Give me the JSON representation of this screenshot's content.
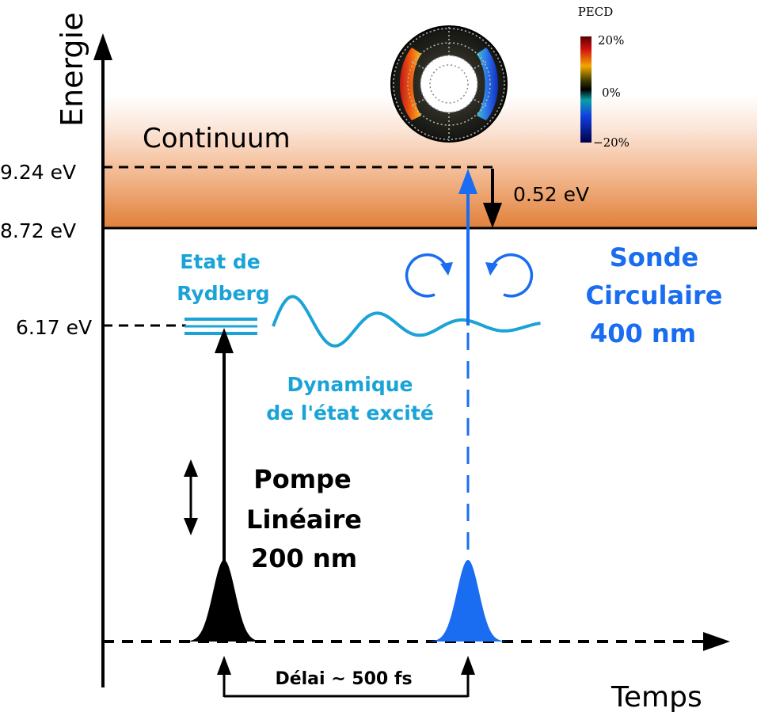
{
  "axes": {
    "energy_label": "Energie",
    "time_label": "Temps"
  },
  "levels": {
    "continuum_label": "Continuum",
    "e1": "9.24 eV",
    "e2": "8.72 eV",
    "e3": "6.17 eV",
    "gap": "0.52 eV"
  },
  "rydberg": {
    "line1": "Etat de",
    "line2": "Rydberg"
  },
  "dynamics": {
    "line1": "Dynamique",
    "line2": "de l'état excité"
  },
  "pump": {
    "line1": "Pompe",
    "line2": "Linéaire",
    "line3": "200 nm"
  },
  "probe": {
    "line1": "Sonde",
    "line2": "Circulaire",
    "line3": "400 nm"
  },
  "delay": "Délai ~ 500 fs",
  "colorbar": {
    "title": "PECD",
    "max": "20%",
    "mid": "0%",
    "min": "−20%"
  },
  "colors": {
    "probe_blue": "#1a6cf0",
    "rydberg_cyan": "#1aa3d6",
    "continuum_top": "#fbe9df",
    "continuum_bottom": "#e0823d",
    "black": "#000000"
  }
}
